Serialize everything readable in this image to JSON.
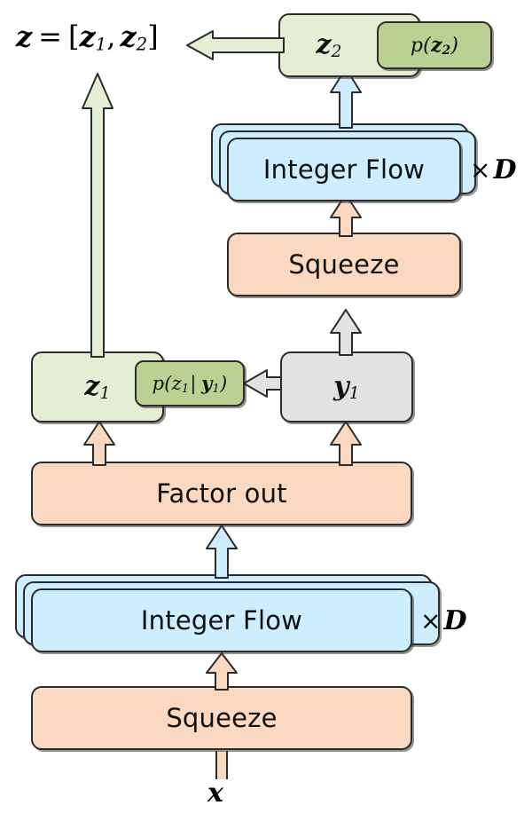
{
  "diagram": {
    "title": "Integer Discrete Flow multi-scale architecture",
    "colors": {
      "peach": "#fbd8c0",
      "blue": "#cceeff",
      "green_light": "#e4eed5",
      "green_mid": "#bbd194",
      "grey": "#e2e2e2",
      "outline": "#2b2b2b"
    },
    "labels": {
      "z_vector": "z = [z1, z2]",
      "z_vector_parts": {
        "lhs": "z",
        "eq": "=",
        "open": "[",
        "z1": "z",
        "z1sub": "1",
        "comma": ",",
        "z2": "z",
        "z2sub": "2",
        "close": "]"
      },
      "x_input": "x",
      "z2_box": "z2",
      "p_z2_box": "p(z2)",
      "z1_box": "z1",
      "p_z1_given_y1_box": "p(z1| y1)",
      "y1_box": "y1",
      "squeeze_top": "Squeeze",
      "squeeze_bottom": "Squeeze",
      "integer_flow_top": "Integer Flow",
      "integer_flow_bottom": "Integer Flow",
      "factor_out": "Factor out",
      "repeat_top": "× D",
      "repeat_bottom": "× D",
      "repeat_symbol": "×",
      "repeat_count": "D"
    },
    "nodes": [
      {
        "id": "squeeze-bottom",
        "label": "Squeeze",
        "fill": "#fbd8c0",
        "stacked": false
      },
      {
        "id": "integer-flow-bottom",
        "label": "Integer Flow",
        "fill": "#cceeff",
        "stacked": true,
        "repeat": "× D"
      },
      {
        "id": "factor-out",
        "label": "Factor out",
        "fill": "#fbd8c0",
        "stacked": false
      },
      {
        "id": "z1",
        "label": "z1",
        "fill": "#e4eed5",
        "stacked": false
      },
      {
        "id": "p-z1-given-y1",
        "label": "p(z1| y1)",
        "fill": "#bbd194",
        "stacked": false
      },
      {
        "id": "y1",
        "label": "y1",
        "fill": "#e2e2e2",
        "stacked": false
      },
      {
        "id": "squeeze-top",
        "label": "Squeeze",
        "fill": "#fbd8c0",
        "stacked": false
      },
      {
        "id": "integer-flow-top",
        "label": "Integer Flow",
        "fill": "#cceeff",
        "stacked": true,
        "repeat": "× D"
      },
      {
        "id": "z2",
        "label": "z2",
        "fill": "#e4eed5",
        "stacked": false
      },
      {
        "id": "p-z2",
        "label": "p(z2)",
        "fill": "#bbd194",
        "stacked": false
      }
    ],
    "edges": [
      {
        "from": "x",
        "to": "squeeze-bottom",
        "color": "#fbd8c0",
        "direction": "up"
      },
      {
        "from": "squeeze-bottom",
        "to": "integer-flow-bottom",
        "color": "#fbd8c0",
        "direction": "up"
      },
      {
        "from": "integer-flow-bottom",
        "to": "factor-out",
        "color": "#cceeff",
        "direction": "up"
      },
      {
        "from": "factor-out",
        "to": "z1",
        "color": "#fbd8c0",
        "direction": "up"
      },
      {
        "from": "factor-out",
        "to": "y1",
        "color": "#fbd8c0",
        "direction": "up"
      },
      {
        "from": "y1",
        "to": "p-z1-given-y1",
        "color": "#e2e2e2",
        "direction": "left"
      },
      {
        "from": "y1",
        "to": "squeeze-top",
        "color": "#e2e2e2",
        "direction": "up"
      },
      {
        "from": "squeeze-top",
        "to": "integer-flow-top",
        "color": "#fbd8c0",
        "direction": "up"
      },
      {
        "from": "integer-flow-top",
        "to": "z2",
        "color": "#cceeff",
        "direction": "up"
      },
      {
        "from": "z2",
        "to": "z-vector",
        "color": "#e4eed5",
        "direction": "left"
      },
      {
        "from": "z1",
        "to": "z-vector",
        "color": "#e4eed5",
        "direction": "up"
      }
    ]
  }
}
